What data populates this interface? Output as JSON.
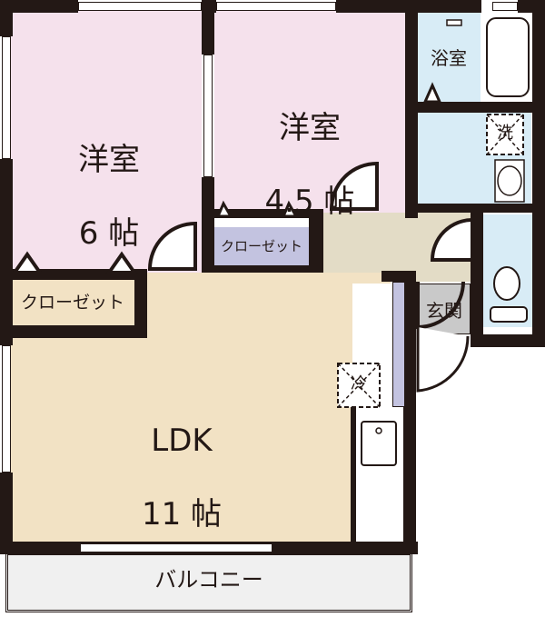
{
  "floor_plan": {
    "rooms": [
      {
        "id": "western-room-1",
        "name": "洋室",
        "size": "6 帖",
        "color": "#f5e1ec"
      },
      {
        "id": "western-room-2",
        "name": "洋室",
        "size": "4.5 帖",
        "color": "#f5e1ec"
      },
      {
        "id": "ldk",
        "name": "LDK",
        "size": "11 帖",
        "color": "#f2e2c4"
      },
      {
        "id": "bathroom",
        "name": "浴室",
        "color": "#d8ecf6"
      },
      {
        "id": "washroom",
        "name": "",
        "color": "#d8ecf6"
      },
      {
        "id": "toilet",
        "name": "",
        "color": "#d8ecf6"
      },
      {
        "id": "hallway",
        "name": "",
        "color": "#e3dcc6"
      },
      {
        "id": "entrance",
        "name": "玄関",
        "color": "#c9c9c9"
      },
      {
        "id": "closet-1",
        "name": "クローゼット",
        "color": "#c3c3e0"
      },
      {
        "id": "closet-2",
        "name": "クローゼット",
        "color": "#c3c3e0"
      },
      {
        "id": "balcony",
        "name": "バルコニー",
        "color": "#f0f0f0"
      }
    ],
    "fixtures": {
      "washer": "洗",
      "fridge": "冷"
    },
    "wall_color": "#231815"
  }
}
